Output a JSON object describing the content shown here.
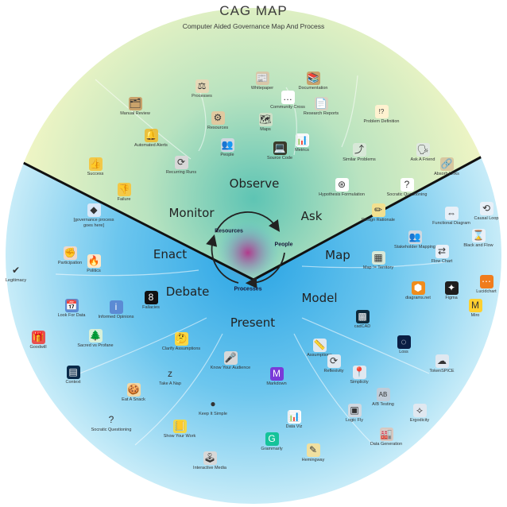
{
  "header": {
    "title": "CAG MAP",
    "subtitle": "Computer Aided Governance Map And Process"
  },
  "sections": [
    {
      "id": "observe",
      "label": "Observe"
    },
    {
      "id": "monitor",
      "label": "Monitor"
    },
    {
      "id": "ask",
      "label": "Ask"
    },
    {
      "id": "enact",
      "label": "Enact"
    },
    {
      "id": "map",
      "label": "Map"
    },
    {
      "id": "debate",
      "label": "Debate"
    },
    {
      "id": "model",
      "label": "Model"
    },
    {
      "id": "present",
      "label": "Present"
    }
  ],
  "cycle": {
    "resources": "Resources",
    "people": "People",
    "processes": "Processes"
  },
  "colors": {
    "top_outer": "#f2f6c4",
    "top_inner": "#5ec4b4",
    "bottom_outer": "#c8ecf8",
    "bottom_inner": "#29a4e4",
    "center": "#b23a8c",
    "divider": "#111111"
  },
  "tools": [
    {
      "label": "Whitepaper",
      "icon": "whitepaper-icon",
      "glyph": "📰",
      "bg": "#d8c7a8"
    },
    {
      "label": "Documentation",
      "icon": "documentation-icon",
      "glyph": "📚",
      "bg": "#c9a26b"
    },
    {
      "label": "Processes",
      "icon": "scales-icon",
      "glyph": "⚖",
      "bg": "#e6d9b8"
    },
    {
      "label": "Community Cross",
      "icon": "chat-icon",
      "glyph": "…",
      "bg": "#ffffff"
    },
    {
      "label": "Manual Review",
      "icon": "review-icon",
      "glyph": "🗂",
      "bg": "#c9a26b"
    },
    {
      "label": "Research Reports",
      "icon": "reports-icon",
      "glyph": "📄",
      "bg": "#d8d0c0"
    },
    {
      "label": "Problem Definition",
      "icon": "problem-icon",
      "glyph": "!?",
      "bg": "#fff2d0"
    },
    {
      "label": "Resources",
      "icon": "gears-icon",
      "glyph": "⚙",
      "bg": "#e0c9a0"
    },
    {
      "label": "Maps",
      "icon": "maps-icon",
      "glyph": "🗺",
      "bg": "#cfe0c8"
    },
    {
      "label": "Automated Alerts",
      "icon": "bell-icon",
      "glyph": "🔔",
      "bg": "#e8c040"
    },
    {
      "label": "People",
      "icon": "people-icon",
      "glyph": "👥",
      "bg": "#d0d8e0"
    },
    {
      "label": "Source Code",
      "icon": "laptop-icon",
      "glyph": "💻",
      "bg": "#3a3a2a"
    },
    {
      "label": "Metrics",
      "icon": "metrics-icon",
      "glyph": "📊",
      "bg": "#ffffff"
    },
    {
      "label": "Similar Problems",
      "icon": "similar-icon",
      "glyph": "⤴",
      "bg": "#d8e8d8"
    },
    {
      "label": "Ask A Friend",
      "icon": "ask-friend-icon",
      "glyph": "🗣",
      "bg": "#e0e8e0"
    },
    {
      "label": "Success",
      "icon": "thumbs-up-icon",
      "glyph": "👍",
      "bg": "#f2c848"
    },
    {
      "label": "Recurring Runs",
      "icon": "recurring-icon",
      "glyph": "⟳",
      "bg": "#d8d8d8"
    },
    {
      "label": "Hypothesis Formulation",
      "icon": "hypothesis-icon",
      "glyph": "⊛",
      "bg": "#ffffff"
    },
    {
      "label": "Absorb Links",
      "icon": "link-icon",
      "glyph": "🔗",
      "bg": "#d8c8a0"
    },
    {
      "label": "Failure",
      "icon": "thumbs-down-icon",
      "glyph": "👎",
      "bg": "#f2c848"
    },
    {
      "label": "Socratic Questioning",
      "icon": "question-icon",
      "glyph": "?",
      "bg": "#ffffff"
    },
    {
      "label": "Design Rationale",
      "icon": "pencil-icon",
      "glyph": "✏",
      "bg": "#f2e090"
    },
    {
      "label": "Causal Loop",
      "icon": "causal-loop-icon",
      "glyph": "⟲",
      "bg": "#e8f0f8"
    },
    {
      "label": "[governance process goes here]",
      "icon": "placeholder-icon",
      "glyph": "◆",
      "bg": "#d8e8f8"
    },
    {
      "label": "Functional Diagram",
      "icon": "functional-diagram-icon",
      "glyph": "⇔",
      "bg": "#e8f0f8"
    },
    {
      "label": "Black and Flow",
      "icon": "hourglass-icon",
      "glyph": "⌛",
      "bg": "#e8f0f8"
    },
    {
      "label": "Stakeholder Mapping",
      "icon": "stakeholder-icon",
      "glyph": "👥",
      "bg": "#d0d8e0"
    },
    {
      "label": "Participation",
      "icon": "participation-icon",
      "glyph": "✊",
      "bg": "#f0d8c8"
    },
    {
      "label": "Politics",
      "icon": "fire-icon",
      "glyph": "🔥",
      "bg": "#ffe8c8"
    },
    {
      "label": "Flow Chart",
      "icon": "flow-chart-icon",
      "glyph": "⇄",
      "bg": "#e8f0f8"
    },
    {
      "label": "Map != Territory",
      "icon": "map-territory-icon",
      "glyph": "▦",
      "bg": "#d8e8d8"
    },
    {
      "label": "Legitimacy",
      "icon": "checkmark-icon",
      "glyph": "✔",
      "bg": "transparent"
    },
    {
      "label": "diagrams.net",
      "icon": "diagrams-net-icon",
      "glyph": "⬢",
      "bg": "#f08c1c"
    },
    {
      "label": "Figma",
      "icon": "figma-icon",
      "glyph": "✦",
      "bg": "#1e1e1e"
    },
    {
      "label": "Lucidchart",
      "icon": "lucidchart-icon",
      "glyph": "⋯",
      "bg": "#f07c1c"
    },
    {
      "label": "Miro",
      "icon": "miro-icon",
      "glyph": "M",
      "bg": "#ffd02f"
    },
    {
      "label": "Look For Data",
      "icon": "calendar-icon",
      "glyph": "📅",
      "bg": "#5b8bd4"
    },
    {
      "label": "Informed Opinions",
      "icon": "info-icon",
      "glyph": "i",
      "bg": "#5b8bd4"
    },
    {
      "label": "Fallacies",
      "icon": "eight-ball-icon",
      "glyph": "8",
      "bg": "#111111"
    },
    {
      "label": "cadCAD",
      "icon": "cadcad-icon",
      "glyph": "▩",
      "bg": "#0e2a3a"
    },
    {
      "label": "Loss",
      "icon": "loop-icon",
      "glyph": "◌",
      "bg": "#0a1e44"
    },
    {
      "label": "Goodwill",
      "icon": "gift-icon",
      "glyph": "🎁",
      "bg": "#e85050"
    },
    {
      "label": "Sacred vs Profane",
      "icon": "tree-icon",
      "glyph": "🌲",
      "bg": "#d8f0d8"
    },
    {
      "label": "Clarify Assumptions",
      "icon": "thinking-icon",
      "glyph": "🤔",
      "bg": "#f8d848"
    },
    {
      "label": "Know Your Audience",
      "icon": "microphone-icon",
      "glyph": "🎤",
      "bg": "#d8d8d8"
    },
    {
      "label": "Assumptions",
      "icon": "ruler-icon",
      "glyph": "📏",
      "bg": "#e0e8f0"
    },
    {
      "label": "TokenSPICE",
      "icon": "tokenspice-icon",
      "glyph": "☁",
      "bg": "#e0e8f0"
    },
    {
      "label": "Context",
      "icon": "context-icon",
      "glyph": "▤",
      "bg": "#0a2a4a"
    },
    {
      "label": "Markdown",
      "icon": "markdown-icon",
      "glyph": "M",
      "bg": "#7a3ad8"
    },
    {
      "label": "Take A Nap",
      "icon": "zzz-icon",
      "glyph": "z",
      "bg": "transparent"
    },
    {
      "label": "Simplicity",
      "icon": "pin-icon",
      "glyph": "📍",
      "bg": "#e0e8f0"
    },
    {
      "label": "Reflexivity",
      "icon": "refresh-icon",
      "glyph": "⟳",
      "bg": "#e0e8f0"
    },
    {
      "label": "Eat A Snack",
      "icon": "snack-icon",
      "glyph": "🍪",
      "bg": "#f0d8a8"
    },
    {
      "label": "A/B Testing",
      "icon": "ab-test-icon",
      "glyph": "AB",
      "bg": "#c0ccd8"
    },
    {
      "label": "Ergodicity",
      "icon": "ergodicity-icon",
      "glyph": "⟡",
      "bg": "#e0e8f0"
    },
    {
      "label": "Keep It Simple",
      "icon": "circle-icon",
      "glyph": "●",
      "bg": "transparent"
    },
    {
      "label": "Data Viz",
      "icon": "data-viz-icon",
      "glyph": "📊",
      "bg": "#ffffff"
    },
    {
      "label": "Logic Fly",
      "icon": "logic-fly-icon",
      "glyph": "▣",
      "bg": "#d0d8e0"
    },
    {
      "label": "Socratic Questioning",
      "icon": "question-icon",
      "glyph": "?",
      "bg": "transparent"
    },
    {
      "label": "Data Generation",
      "icon": "factory-icon",
      "glyph": "🏭",
      "bg": "#d8c8c0"
    },
    {
      "label": "Show Your Work",
      "icon": "notepad-icon",
      "glyph": "📒",
      "bg": "#f0d84a"
    },
    {
      "label": "Grammarly",
      "icon": "grammarly-icon",
      "glyph": "G",
      "bg": "#15c39a"
    },
    {
      "label": "Hemingway",
      "icon": "hemingway-icon",
      "glyph": "✎",
      "bg": "#f0e0a0"
    },
    {
      "label": "Interactive Media",
      "icon": "joystick-icon",
      "glyph": "🕹",
      "bg": "#d8d8d8"
    }
  ]
}
